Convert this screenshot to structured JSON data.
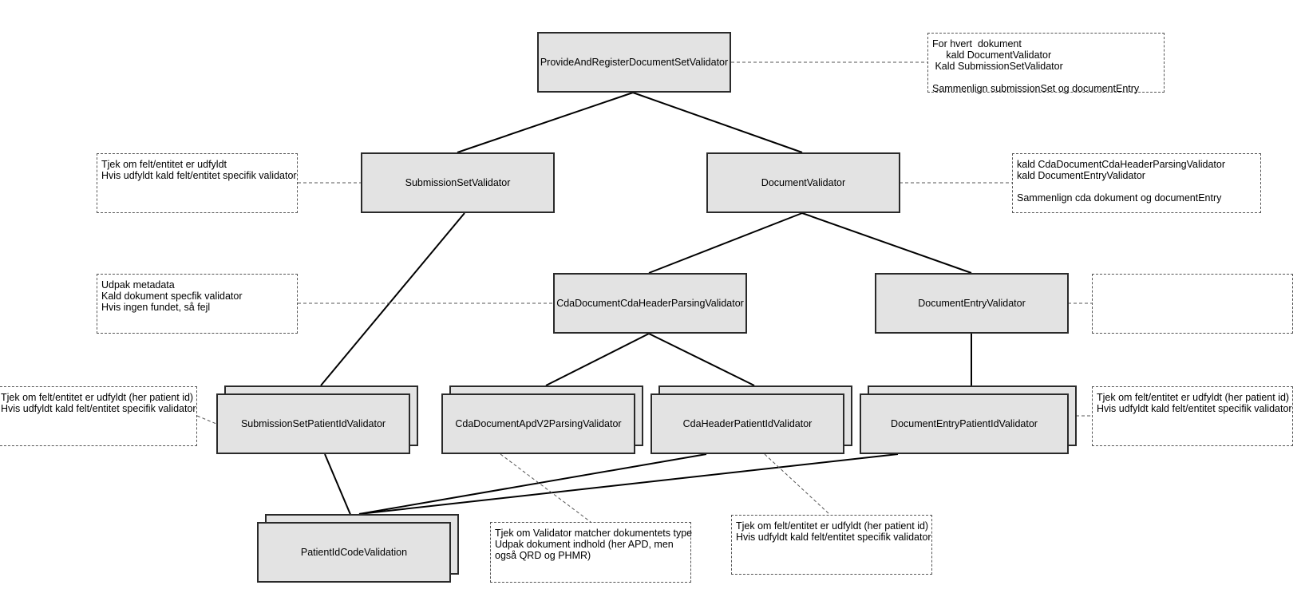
{
  "nodes": {
    "provide": "ProvideAndRegisterDocumentSetValidator",
    "submission_set": "SubmissionSetValidator",
    "document": "DocumentValidator",
    "cda_header_parsing": "CdaDocumentCdaHeaderParsingValidator",
    "document_entry": "DocumentEntryValidator",
    "submission_set_patient_id": "SubmissionSetPatientIdValidator",
    "cda_apd_parsing": "CdaDocumentApdV2ParsingValidator",
    "cda_header_patient_id": "CdaHeaderPatientIdValidator",
    "document_entry_patient_id": "DocumentEntryPatientIdValidator",
    "patient_id_code": "PatientIdCodeValidation"
  },
  "notes": {
    "provide_note": "For hvert  dokument\n     kald DocumentValidator\n Kald SubmissionSetValidator\n\nSammenlign submissionSet og documentEntry",
    "submission_set_note": "Tjek om felt/entitet er udfyldt\nHvis udfyldt kald felt/entitet specifik validator",
    "document_note": "kald CdaDocumentCdaHeaderParsingValidator\nkald DocumentEntryValidator\n\nSammenlign cda dokument og documentEntry",
    "cda_header_parsing_note": "Udpak metadata\nKald dokument specfik validator\nHvis ingen fundet, så fejl",
    "document_entry_note": "",
    "submission_set_patient_id_note": "Tjek om felt/entitet er udfyldt (her patient id)\nHvis udfyldt kald felt/entitet specifik validator",
    "document_entry_patient_id_note": "Tjek om felt/entitet er udfyldt (her patient id)\nHvis udfyldt kald felt/entitet specifik validator",
    "cda_apd_parsing_note": "Tjek om Validator matcher dokumentets type\nUdpak dokument indhold (her APD, men\nogså QRD og PHMR)",
    "cda_header_patient_id_note": "Tjek om felt/entitet er udfyldt (her patient id)\nHvis udfyldt kald felt/entitet specifik validator"
  },
  "colors": {
    "node_fill": "#e3e3e3",
    "node_border": "#2a2a2a",
    "edge": "#000000",
    "dashed_link": "#555555"
  }
}
